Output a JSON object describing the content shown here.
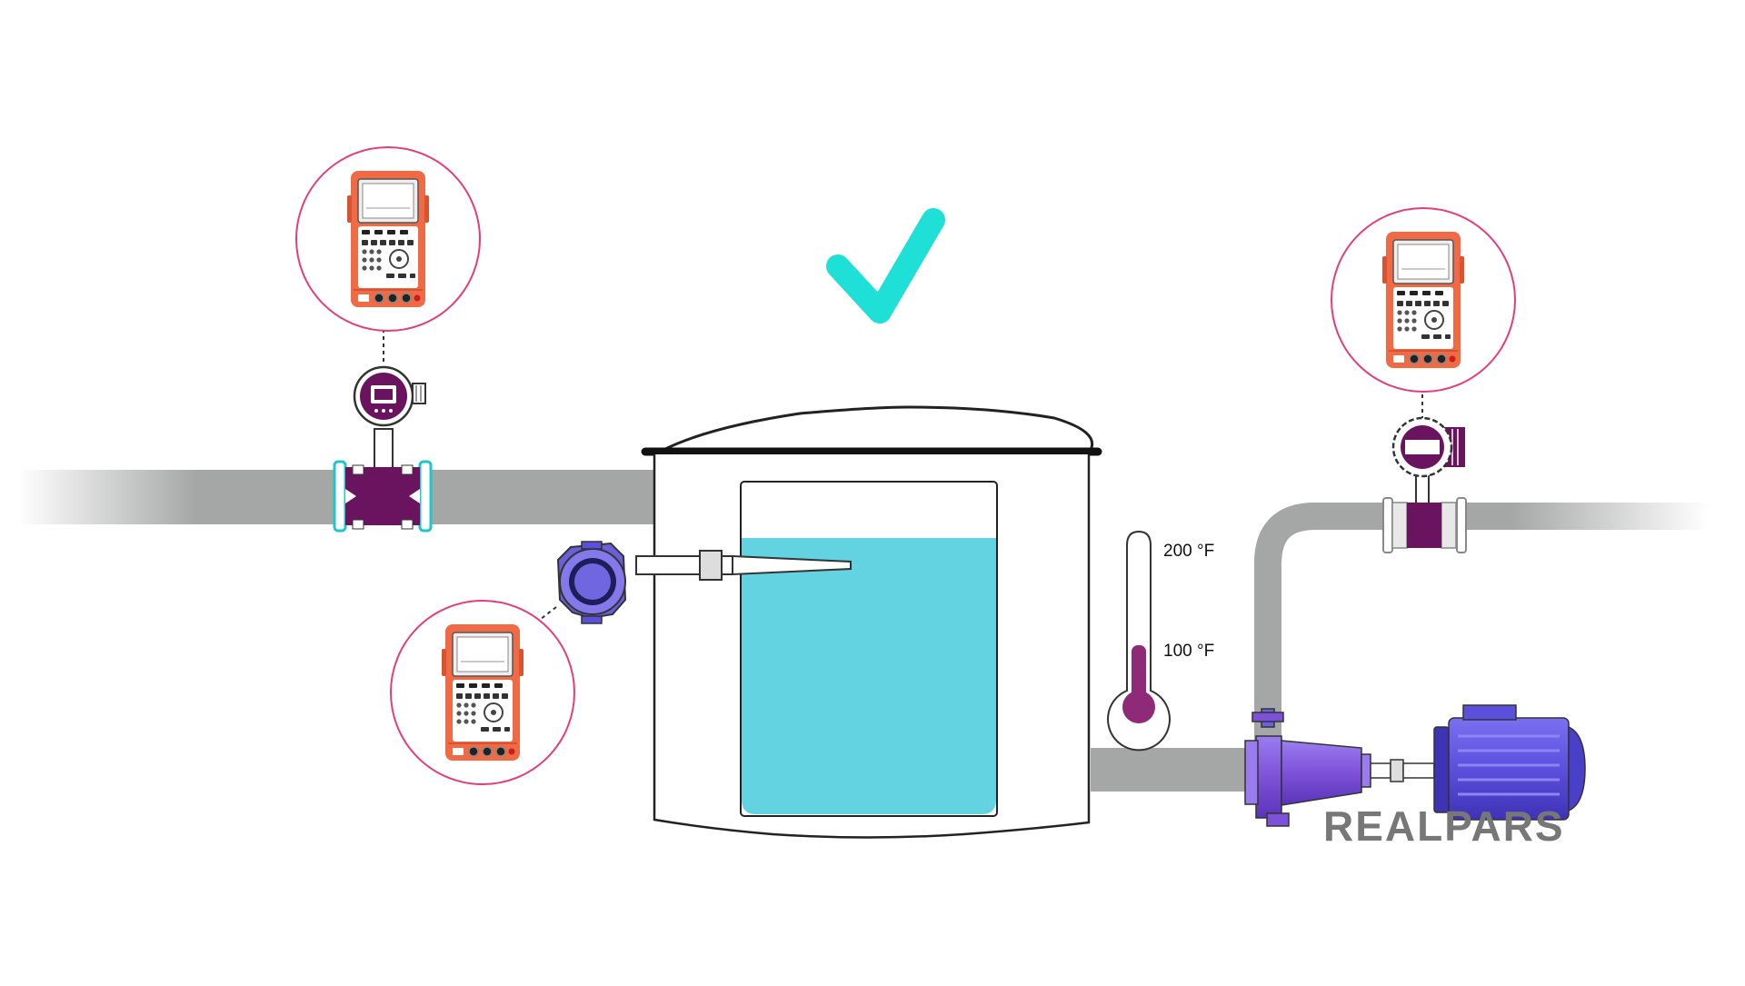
{
  "diagram": {
    "thermometer": {
      "upper_mark": "200 °F",
      "lower_mark": "100 °F"
    },
    "logo": {
      "text": "REALPARS"
    },
    "status": {
      "check_icon": "checkmark-icon",
      "check_color": "#1fe0d6"
    },
    "colors": {
      "pipe": "#a5a6a6",
      "liquid": "#63d3e2",
      "callout_ring": "#e43d7a",
      "calibrator_body": "#f06a45",
      "transmitter_accent": "#6a145f",
      "pump": "#7d52d8",
      "motor": "#5b4fdd",
      "thermometer_bulb": "#8f2a79"
    },
    "icons": [
      "calibrator-icon",
      "magnetic-flowmeter-icon",
      "level-transmitter-icon",
      "thermometer-icon",
      "centrifugal-pump-icon",
      "electric-motor-icon",
      "tank-icon"
    ]
  }
}
